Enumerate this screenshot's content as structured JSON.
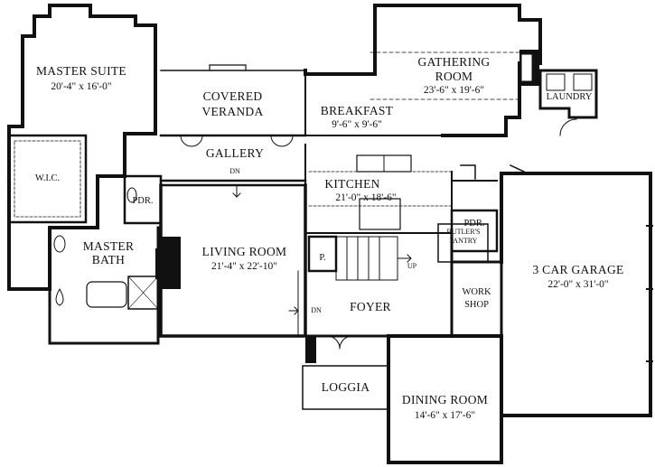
{
  "rooms": {
    "master_suite": {
      "name": "MASTER SUITE",
      "dims": "20'-4\" x 16'-0\""
    },
    "wic": {
      "name": "W.I.C."
    },
    "pdr_left": {
      "name": "PDR."
    },
    "master_bath": {
      "name_line1": "MASTER",
      "name_line2": "BATH"
    },
    "covered_veranda": {
      "name_line1": "COVERED",
      "name_line2": "VERANDA"
    },
    "gallery": {
      "name": "GALLERY"
    },
    "living_room": {
      "name": "LIVING ROOM",
      "dims": "21'-4\" x 22'-10\""
    },
    "gathering_room": {
      "name_line1": "GATHERING",
      "name_line2": "ROOM",
      "dims": "23'-6\" x 19'-6\""
    },
    "breakfast": {
      "name": "BREAKFAST",
      "dims": "9'-6\" x 9'-6\""
    },
    "laundry": {
      "name": "LAUNDRY"
    },
    "kitchen": {
      "name": "KITCHEN",
      "dims": "21'-0\" x 18'-6\""
    },
    "pdr_right": {
      "name": "PDR."
    },
    "butlers_pantry": {
      "name_line1": "BUTLER'S",
      "name_line2": "PANTRY"
    },
    "pantry": {
      "name": "P."
    },
    "foyer": {
      "name": "FOYER"
    },
    "work_shop": {
      "name_line1": "WORK",
      "name_line2": "SHOP"
    },
    "garage": {
      "name": "3 CAR GARAGE",
      "dims": "22'-0\" x 31'-0\""
    },
    "loggia": {
      "name": "LOGGIA"
    },
    "dining_room": {
      "name": "DINING ROOM",
      "dims": "14'-6\" x 17'-6\""
    }
  },
  "stair_labels": {
    "dn_gallery": "DN",
    "up": "UP",
    "dn_foyer": "DN"
  }
}
